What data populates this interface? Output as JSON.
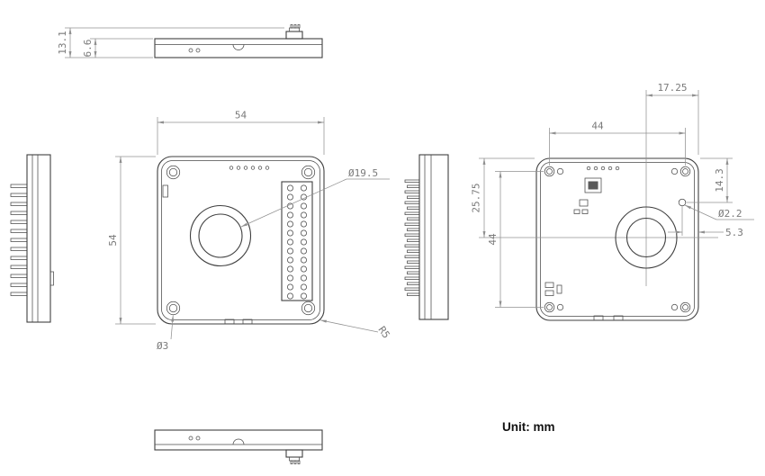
{
  "unit_label": "Unit: mm",
  "colors": {
    "part_line": "#3f3f3f",
    "dim_line": "#909090",
    "dim_text": "#7a7a7a",
    "unit_text": "#111111",
    "background": "#ffffff"
  },
  "views": {
    "top": {
      "dim_total_height": "13.1",
      "dim_body_height": "6.6"
    },
    "front": {
      "dim_width": "54",
      "dim_height": "54",
      "label_lens": "Ø19.5",
      "label_corner_hole": "Ø3",
      "label_corner_radius": "R5"
    },
    "back": {
      "dim_center_to_edge": "17.25",
      "dim_hole_spacing_h": "44",
      "dim_top_to_center": "25.75",
      "dim_hole_spacing_v": "44",
      "dim_edge_to_hole": "14.3",
      "label_small_hole": "Ø2.2",
      "dim_hole_to_edge": "5.3"
    }
  }
}
